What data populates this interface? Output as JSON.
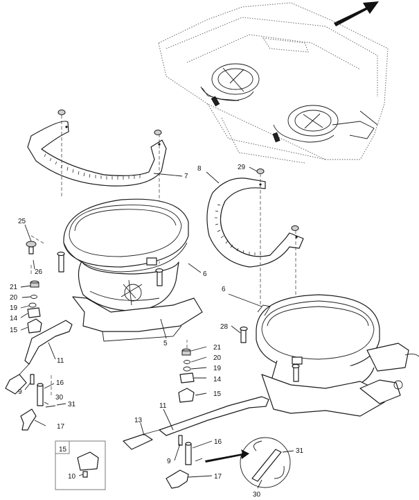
{
  "labels": {
    "p5": "5",
    "p6a": "6",
    "p6b": "6",
    "p7": "7",
    "p8": "8",
    "p9a": "9",
    "p9b": "9",
    "p10": "10",
    "p11a": "11",
    "p11b": "11",
    "p13": "13",
    "p14a": "14",
    "p14b": "14",
    "p15a": "15",
    "p15b": "15",
    "p15box": "15",
    "p16a": "16",
    "p16b": "16",
    "p17a": "17",
    "p17b": "17",
    "p19a": "19",
    "p19b": "19",
    "p20a": "20",
    "p20b": "20",
    "p21a": "21",
    "p21b": "21",
    "p25": "25",
    "p26": "26",
    "p28": "28",
    "p29": "29",
    "p30a": "30",
    "p30b": "30",
    "p31a": "31",
    "p31b": "31"
  },
  "icons": {
    "direction": "arrow-up-right-icon"
  }
}
